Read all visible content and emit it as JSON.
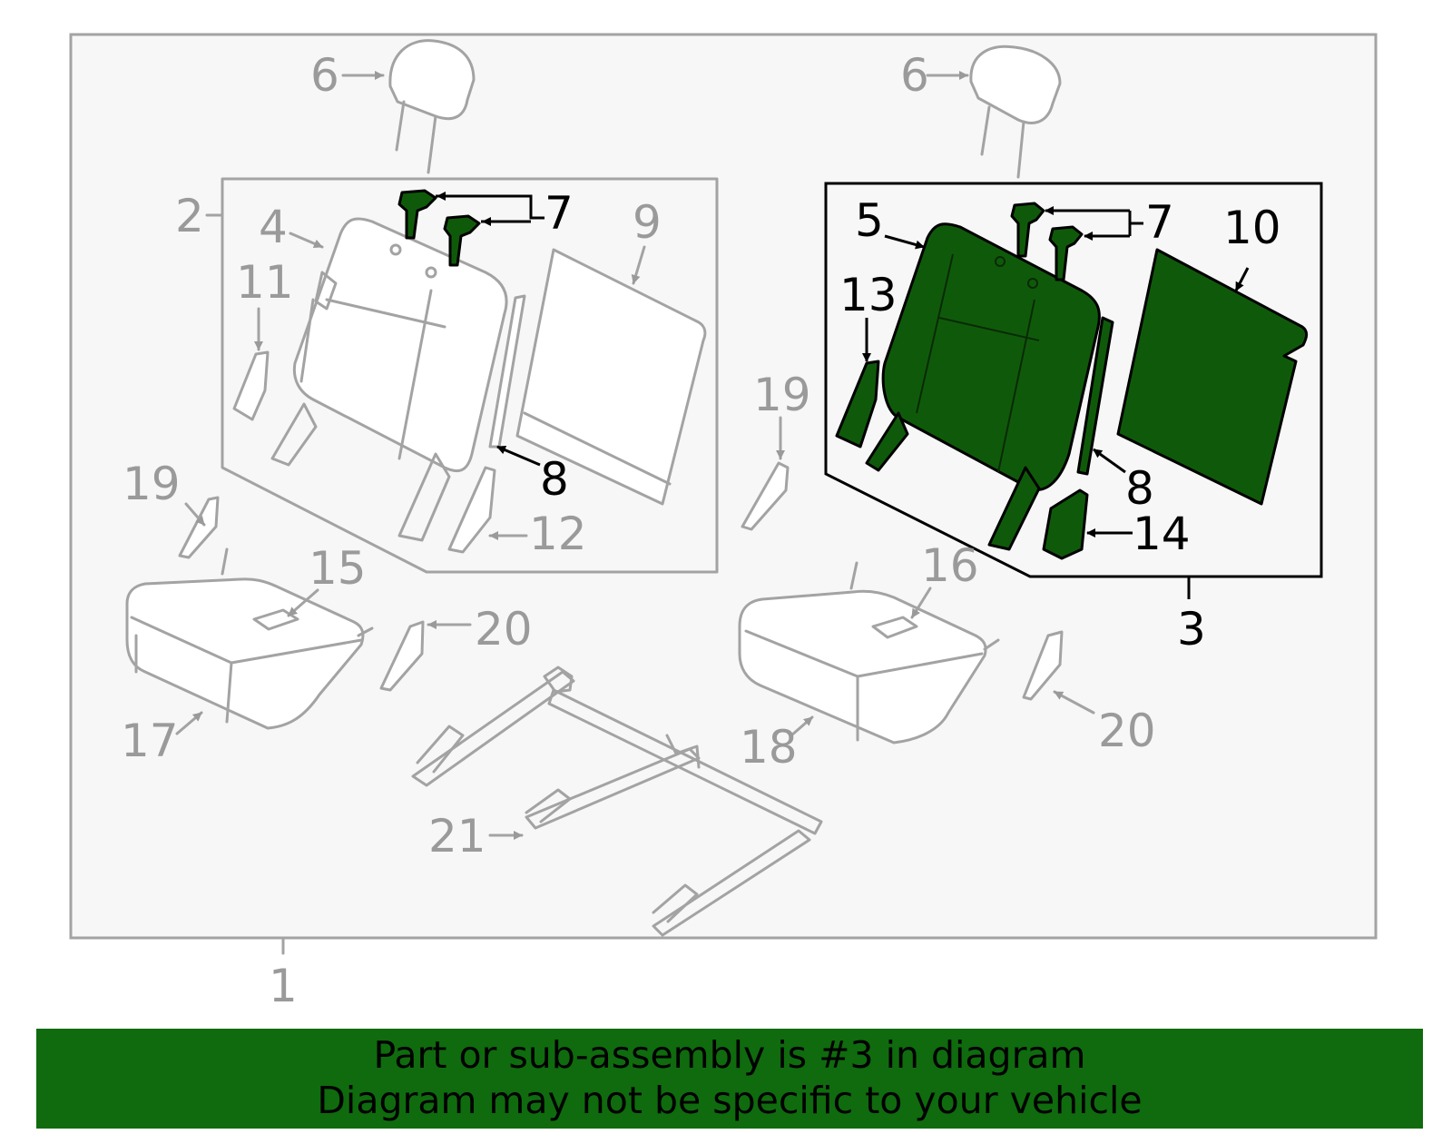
{
  "colors": {
    "highlight": "#0f5a0a",
    "banner": "#0f6b0e",
    "outline_grey": "#a3a3a3",
    "label_grey": "#9a9a9a"
  },
  "callouts": {
    "c1": "1",
    "c2": "2",
    "c3": "3",
    "c4": "4",
    "c5": "5",
    "c6a": "6",
    "c6b": "6",
    "c7a": "7",
    "c7b": "7",
    "c8a": "8",
    "c8b": "8",
    "c9": "9",
    "c10": "10",
    "c11": "11",
    "c12": "12",
    "c13": "13",
    "c14": "14",
    "c15": "15",
    "c16": "16",
    "c17": "17",
    "c18": "18",
    "c19a": "19",
    "c19b": "19",
    "c20a": "20",
    "c20b": "20",
    "c21": "21"
  },
  "banner": {
    "line1": "Part or sub-assembly is #3 in diagram",
    "line2": "Diagram may not be specific to your vehicle"
  }
}
